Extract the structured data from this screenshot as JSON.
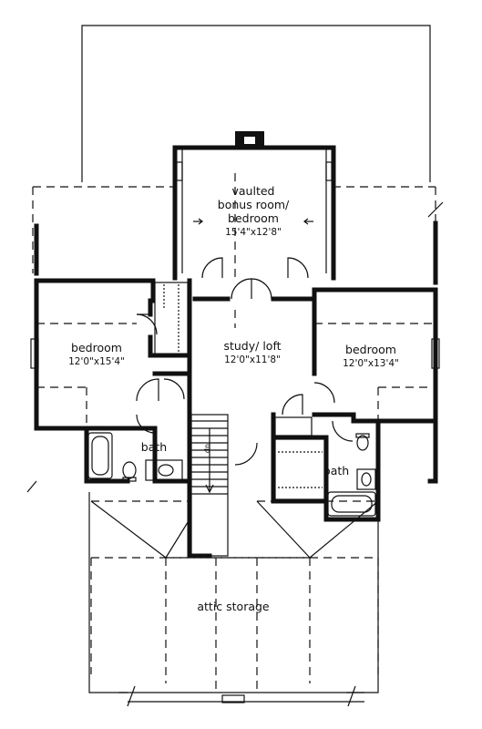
{
  "rooms": {
    "bonus": {
      "line1": "vaulted",
      "line2": "bonus room/",
      "line3": "bedroom",
      "dims": "15'4\"x12'8\""
    },
    "bedroom_left": {
      "name": "bedroom",
      "dims": "12'0\"x15'4\""
    },
    "study": {
      "name": "study/ loft",
      "dims": "12'0\"x11'8\""
    },
    "bedroom_right": {
      "name": "bedroom",
      "dims": "12'0\"x13'4\""
    },
    "bath_left": {
      "name": "bath"
    },
    "bath_right": {
      "name": "bath"
    },
    "attic": {
      "name": "attic storage"
    },
    "stair": {
      "label": "dn"
    }
  }
}
